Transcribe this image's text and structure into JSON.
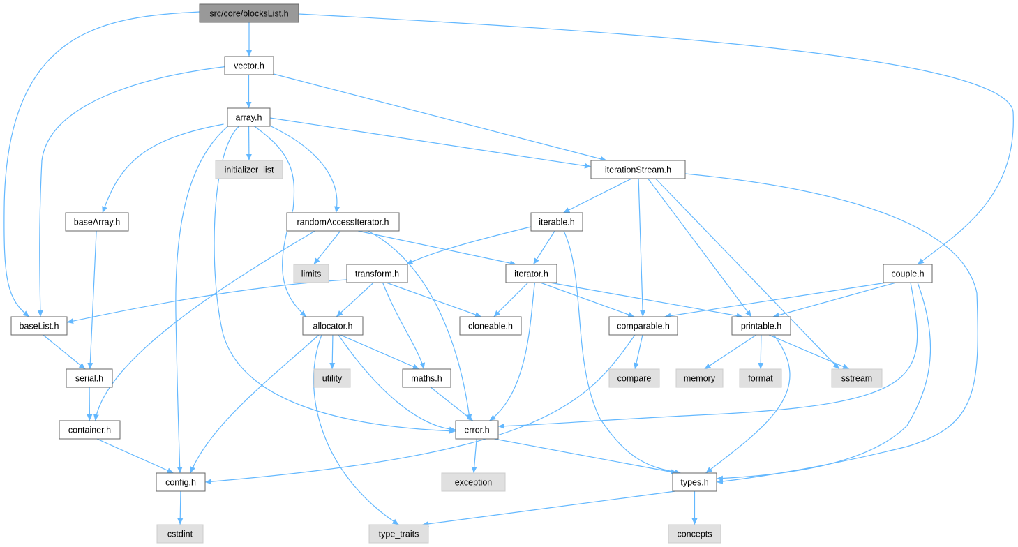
{
  "diagram": {
    "type": "include-dependency-graph",
    "colors": {
      "edge": "#63b8ff",
      "root_fill": "#999999",
      "root_border": "#666666",
      "file_fill": "#ffffff",
      "file_border": "#666666",
      "system_fill": "#e0e0e0",
      "system_border": "#cccccc",
      "background": "#ffffff"
    },
    "nodes": [
      {
        "id": "blocksList",
        "label": "src/core/blocksList.h",
        "kind": "root"
      },
      {
        "id": "vector",
        "label": "vector.h",
        "kind": "file"
      },
      {
        "id": "array",
        "label": "array.h",
        "kind": "file"
      },
      {
        "id": "initializer_list",
        "label": "initializer_list",
        "kind": "system"
      },
      {
        "id": "iterationStream",
        "label": "iterationStream.h",
        "kind": "file"
      },
      {
        "id": "baseArray",
        "label": "baseArray.h",
        "kind": "file"
      },
      {
        "id": "randomAccessIterator",
        "label": "randomAccessIterator.h",
        "kind": "file"
      },
      {
        "id": "iterable",
        "label": "iterable.h",
        "kind": "file"
      },
      {
        "id": "limits",
        "label": "limits",
        "kind": "system"
      },
      {
        "id": "transform",
        "label": "transform.h",
        "kind": "file"
      },
      {
        "id": "iterator",
        "label": "iterator.h",
        "kind": "file"
      },
      {
        "id": "couple",
        "label": "couple.h",
        "kind": "file"
      },
      {
        "id": "baseList",
        "label": "baseList.h",
        "kind": "file"
      },
      {
        "id": "allocator",
        "label": "allocator.h",
        "kind": "file"
      },
      {
        "id": "cloneable",
        "label": "cloneable.h",
        "kind": "file"
      },
      {
        "id": "comparable",
        "label": "comparable.h",
        "kind": "file"
      },
      {
        "id": "printable",
        "label": "printable.h",
        "kind": "file"
      },
      {
        "id": "serial",
        "label": "serial.h",
        "kind": "file"
      },
      {
        "id": "utility",
        "label": "utility",
        "kind": "system"
      },
      {
        "id": "maths",
        "label": "maths.h",
        "kind": "file"
      },
      {
        "id": "compare",
        "label": "compare",
        "kind": "system"
      },
      {
        "id": "memory",
        "label": "memory",
        "kind": "system"
      },
      {
        "id": "format",
        "label": "format",
        "kind": "system"
      },
      {
        "id": "sstream",
        "label": "sstream",
        "kind": "system"
      },
      {
        "id": "container",
        "label": "container.h",
        "kind": "file"
      },
      {
        "id": "error",
        "label": "error.h",
        "kind": "file"
      },
      {
        "id": "config",
        "label": "config.h",
        "kind": "file"
      },
      {
        "id": "exception",
        "label": "exception",
        "kind": "system"
      },
      {
        "id": "types",
        "label": "types.h",
        "kind": "file"
      },
      {
        "id": "cstdint",
        "label": "cstdint",
        "kind": "system"
      },
      {
        "id": "type_traits",
        "label": "type_traits",
        "kind": "system"
      },
      {
        "id": "concepts",
        "label": "concepts",
        "kind": "system"
      }
    ],
    "edges": [
      {
        "from": "blocksList",
        "to": "vector"
      },
      {
        "from": "blocksList",
        "to": "baseList"
      },
      {
        "from": "blocksList",
        "to": "couple"
      },
      {
        "from": "vector",
        "to": "array"
      },
      {
        "from": "vector",
        "to": "baseList"
      },
      {
        "from": "vector",
        "to": "iterationStream"
      },
      {
        "from": "array",
        "to": "initializer_list"
      },
      {
        "from": "array",
        "to": "iterationStream"
      },
      {
        "from": "array",
        "to": "baseArray"
      },
      {
        "from": "array",
        "to": "randomAccessIterator"
      },
      {
        "from": "array",
        "to": "allocator"
      },
      {
        "from": "array",
        "to": "config"
      },
      {
        "from": "array",
        "to": "error"
      },
      {
        "from": "iterationStream",
        "to": "iterable"
      },
      {
        "from": "iterationStream",
        "to": "comparable"
      },
      {
        "from": "iterationStream",
        "to": "printable"
      },
      {
        "from": "iterationStream",
        "to": "sstream"
      },
      {
        "from": "iterationStream",
        "to": "types"
      },
      {
        "from": "baseArray",
        "to": "serial"
      },
      {
        "from": "randomAccessIterator",
        "to": "limits"
      },
      {
        "from": "randomAccessIterator",
        "to": "iterator"
      },
      {
        "from": "randomAccessIterator",
        "to": "container"
      },
      {
        "from": "randomAccessIterator",
        "to": "error"
      },
      {
        "from": "iterable",
        "to": "transform"
      },
      {
        "from": "iterable",
        "to": "iterator"
      },
      {
        "from": "iterable",
        "to": "types"
      },
      {
        "from": "transform",
        "to": "baseList"
      },
      {
        "from": "transform",
        "to": "allocator"
      },
      {
        "from": "transform",
        "to": "cloneable"
      },
      {
        "from": "transform",
        "to": "maths"
      },
      {
        "from": "iterator",
        "to": "cloneable"
      },
      {
        "from": "iterator",
        "to": "comparable"
      },
      {
        "from": "iterator",
        "to": "printable"
      },
      {
        "from": "iterator",
        "to": "error"
      },
      {
        "from": "couple",
        "to": "comparable"
      },
      {
        "from": "couple",
        "to": "printable"
      },
      {
        "from": "couple",
        "to": "error"
      },
      {
        "from": "couple",
        "to": "types"
      },
      {
        "from": "baseList",
        "to": "serial"
      },
      {
        "from": "allocator",
        "to": "utility"
      },
      {
        "from": "allocator",
        "to": "maths"
      },
      {
        "from": "allocator",
        "to": "error"
      },
      {
        "from": "allocator",
        "to": "config"
      },
      {
        "from": "allocator",
        "to": "type_traits"
      },
      {
        "from": "comparable",
        "to": "compare"
      },
      {
        "from": "comparable",
        "to": "config"
      },
      {
        "from": "printable",
        "to": "memory"
      },
      {
        "from": "printable",
        "to": "format"
      },
      {
        "from": "printable",
        "to": "sstream"
      },
      {
        "from": "printable",
        "to": "types"
      },
      {
        "from": "serial",
        "to": "container"
      },
      {
        "from": "maths",
        "to": "error"
      },
      {
        "from": "container",
        "to": "config"
      },
      {
        "from": "error",
        "to": "exception"
      },
      {
        "from": "error",
        "to": "types"
      },
      {
        "from": "config",
        "to": "cstdint"
      },
      {
        "from": "types",
        "to": "type_traits"
      },
      {
        "from": "types",
        "to": "concepts"
      }
    ]
  }
}
